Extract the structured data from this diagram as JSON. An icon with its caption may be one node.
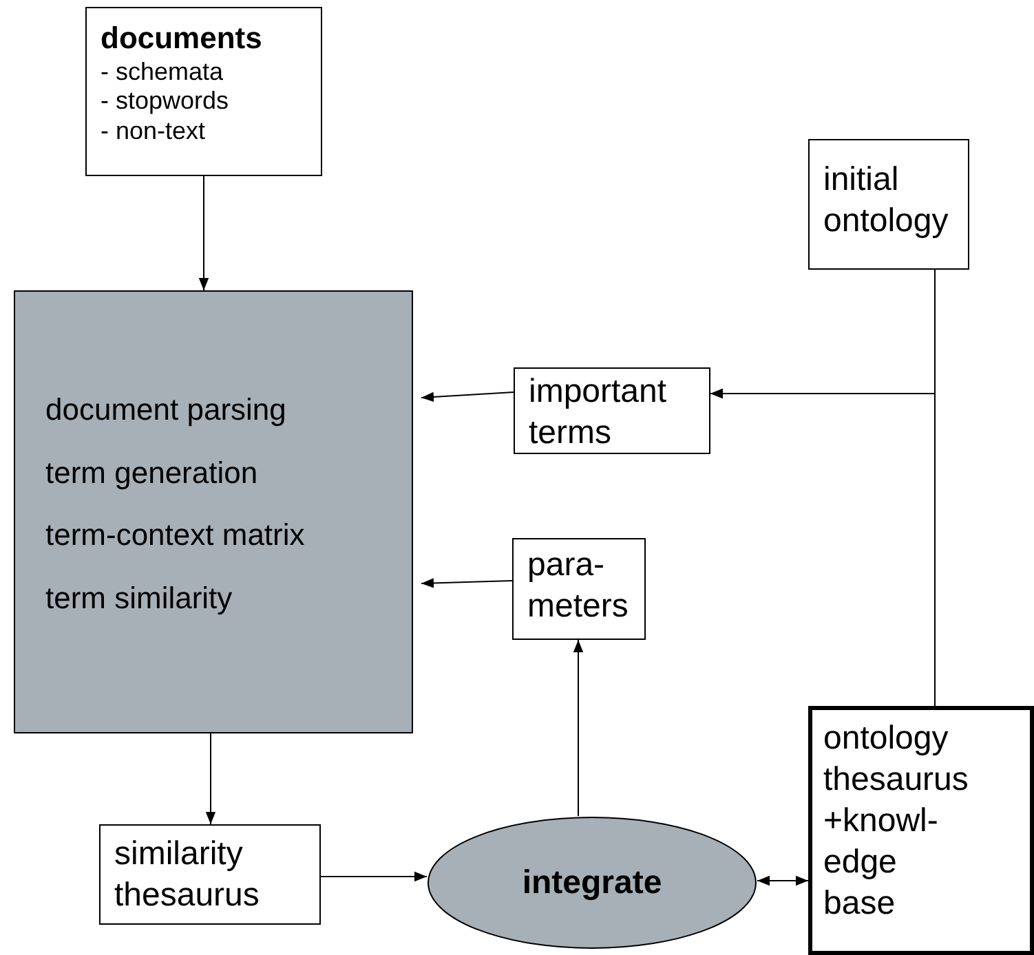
{
  "diagram": {
    "nodes": [
      {
        "text": [
          "documents",
          "- schemata",
          "- stopwords",
          "- non-text"
        ]
      },
      {
        "text": [
          "document parsing",
          "term generation",
          "term-context matrix",
          "term similarity"
        ]
      },
      {
        "text": [
          "initial ontology"
        ]
      },
      {
        "text": [
          "important terms"
        ]
      },
      {
        "text": [
          "para- meters"
        ]
      },
      {
        "text": [
          "ontology thesaurus +knowl- edge base"
        ]
      },
      {
        "text": [
          "similarity thesaurus"
        ]
      },
      {
        "text": [
          "integrate"
        ]
      }
    ],
    "edges": [
      {
        "from": 0,
        "to": 1,
        "arrow": "to"
      },
      {
        "from": 2,
        "to": 3,
        "arrow": "to"
      },
      {
        "from": 5,
        "to": 3,
        "arrow": "to"
      },
      {
        "from": 3,
        "to": 1,
        "arrow": "to"
      },
      {
        "from": 4,
        "to": 1,
        "arrow": "to"
      },
      {
        "from": 7,
        "to": 4,
        "arrow": "to"
      },
      {
        "from": 1,
        "to": 6,
        "arrow": "to"
      },
      {
        "from": 6,
        "to": 7,
        "arrow": "to"
      },
      {
        "from": 7,
        "to": 5,
        "arrow": "both"
      }
    ]
  }
}
